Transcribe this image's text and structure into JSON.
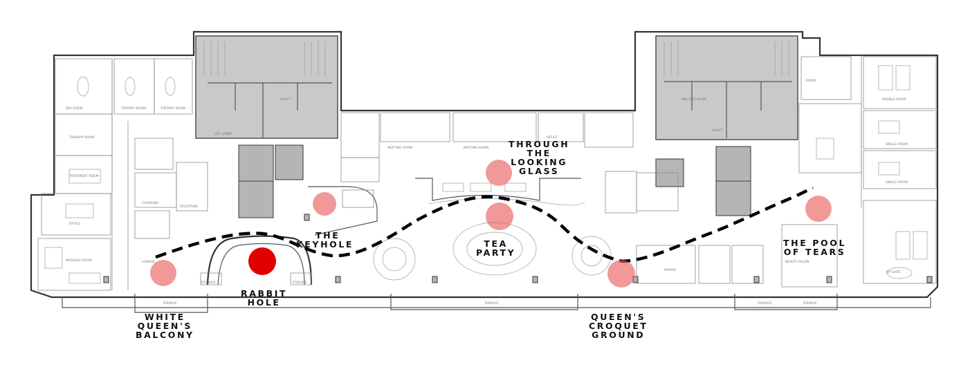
{
  "labels": {
    "through_glass": [
      "THROUGH",
      "THE",
      "LOOKING",
      "GLASS"
    ],
    "keyhole": [
      "THE",
      "KEYHOLE"
    ],
    "tea_party": [
      "TEA",
      "PARTY"
    ],
    "pool_of_tears": [
      "THE POOL",
      "OF TEARS"
    ],
    "rabbit_hole": [
      "RABBIT",
      "HOLE"
    ],
    "white_queen": [
      "WHITE",
      "QUEEN'S",
      "BALCONY"
    ],
    "croquet": [
      "QUEEN'S",
      "CROQUET",
      "GROUND"
    ]
  },
  "colors": {
    "highlight_spot": "#e85a5a",
    "main_spot": "#e00000",
    "route": "#000000",
    "core_fill": "#c9c9c9"
  },
  "route_style": "dashed"
}
